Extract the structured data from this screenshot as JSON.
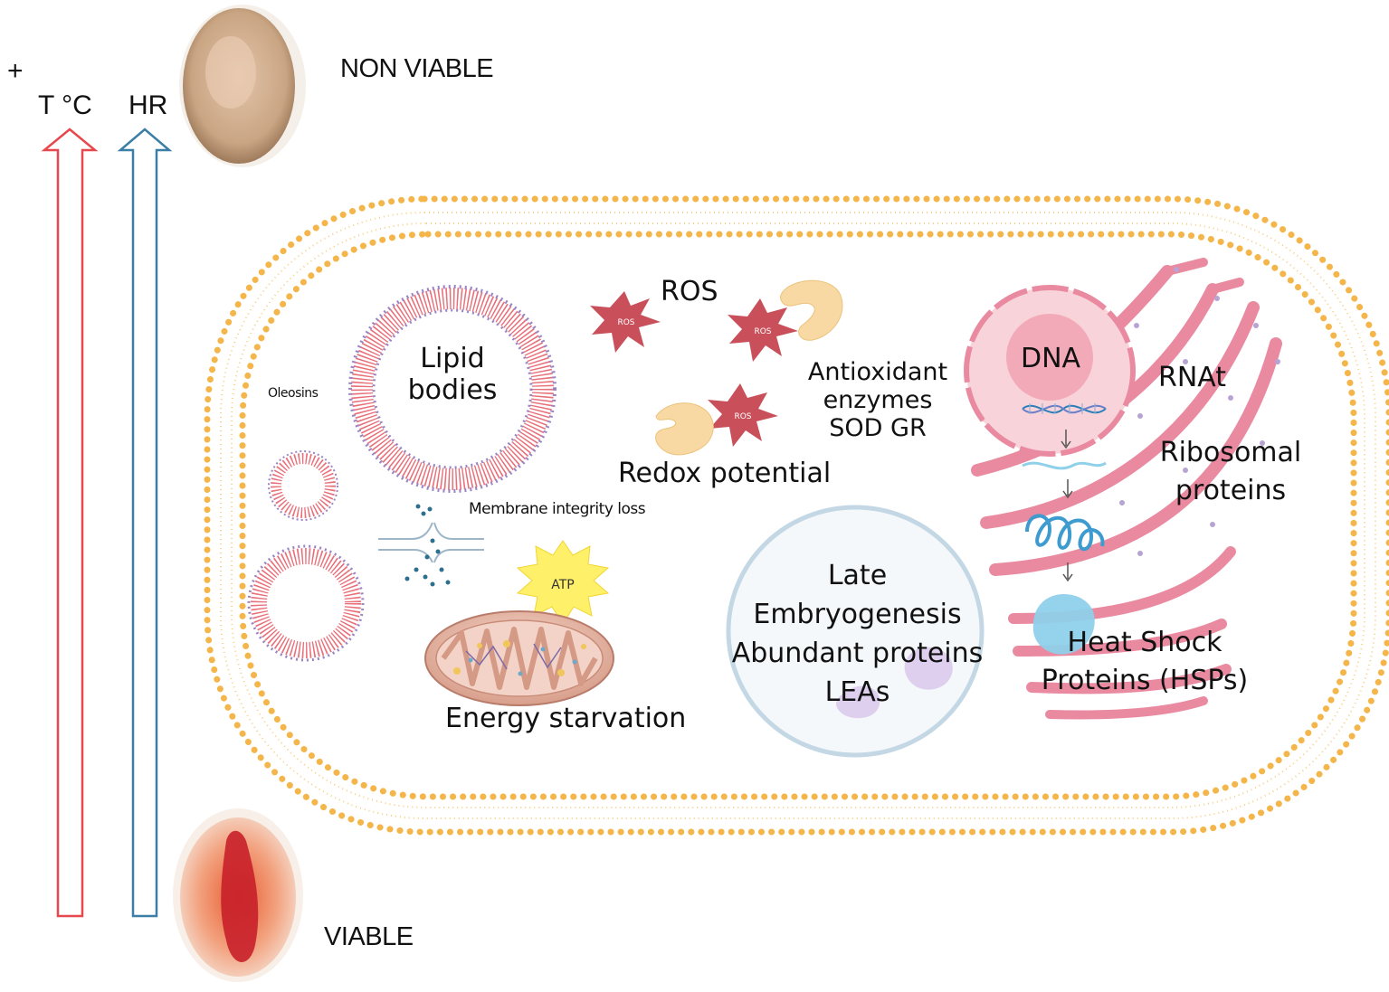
{
  "axis": {
    "plus": "+",
    "temperature": "T °C",
    "humidity": "HR",
    "temperature_arrow_color": "#e8474d",
    "humidity_arrow_color": "#3b7fa6"
  },
  "states": {
    "top": "NON VIABLE",
    "bottom": "VIABLE"
  },
  "labels": {
    "ros": "ROS",
    "ros_badge": "ROS",
    "lipid_bodies": [
      "Lipid",
      "bodies"
    ],
    "oleosins": "Oleosins",
    "antioxidant": [
      "Antioxidant",
      "enzymes",
      "SOD GR"
    ],
    "redox": "Redox potential",
    "membrane": "Membrane integrity loss",
    "atp": "ATP",
    "energy": "Energy starvation",
    "lea": [
      "Late",
      "Embryogenesis",
      "Abundant proteins",
      "LEAs"
    ],
    "dna": "DNA",
    "rnat": "RNAt",
    "ribosomal": [
      "Ribosomal",
      "proteins"
    ],
    "hsp": [
      "Heat Shock",
      "Proteins (HSPs)"
    ]
  },
  "colors": {
    "membrane_dots": "#f4b64a",
    "lipid_ring": "#e8707a",
    "ros_star": "#c9505a",
    "enzyme": "#f8d9a4",
    "atp_burst": "#fff06a",
    "mitochondrion": "#e9b7a8",
    "er": "#e98aa0",
    "nucleus": "#f3b0bd",
    "lea_vesicle": "#c3d8e4",
    "hsp": "#8fd0ea"
  }
}
